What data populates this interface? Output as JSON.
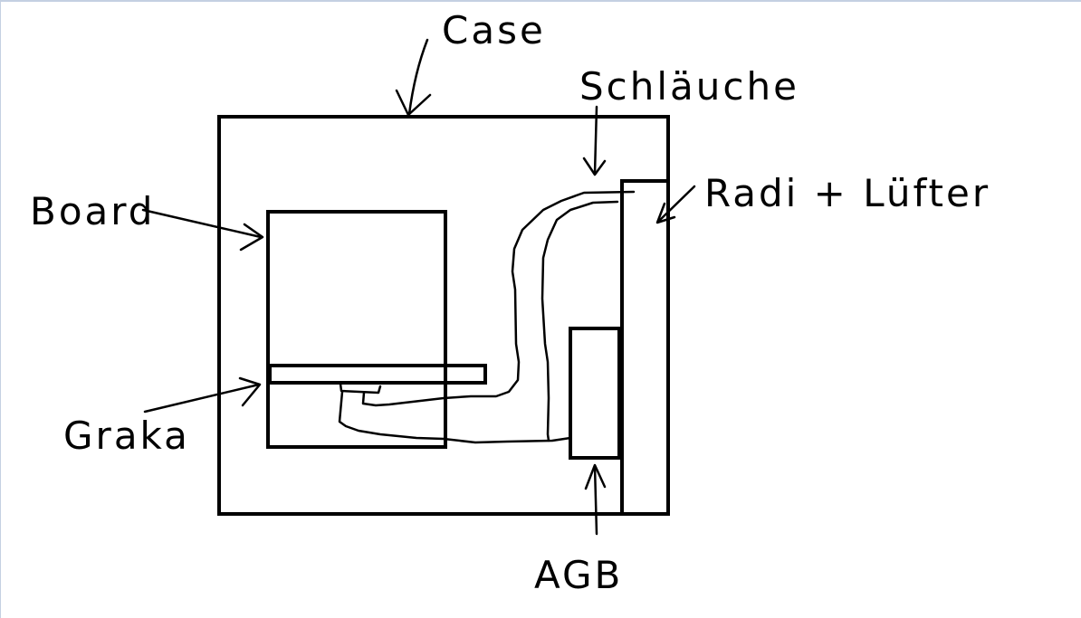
{
  "diagram": {
    "labels": {
      "case": "Case",
      "tubes": "Schläuche",
      "radiator": "Radi + Lüfter",
      "board": "Board",
      "gpu": "Graka",
      "reservoir": "AGB"
    },
    "colors": {
      "stroke": "#000000",
      "background": "#ffffff",
      "frame": "#c4d0e2"
    }
  }
}
